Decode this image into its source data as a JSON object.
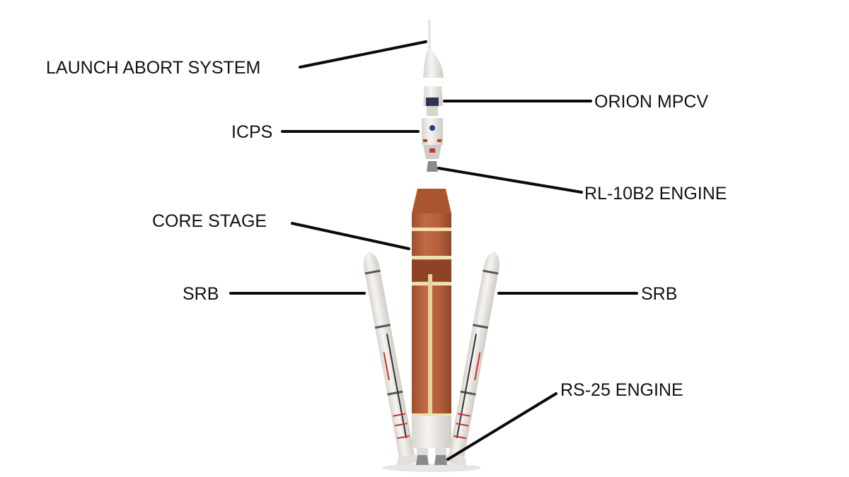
{
  "labels": {
    "las": "LAUNCH ABORT SYSTEM",
    "orion": "ORION MPCV",
    "icps": "ICPS",
    "rl10": "RL-10B2 ENGINE",
    "core": "CORE STAGE",
    "srb_left": "SRB",
    "srb_right": "SRB",
    "rs25": "RS-25 ENGINE"
  },
  "colors": {
    "core_orange": "#b8643f",
    "core_band": "#efe0b0",
    "white_parts": "#f1efec",
    "srb_red": "#c8352a",
    "leader": "#0a0a0a"
  }
}
